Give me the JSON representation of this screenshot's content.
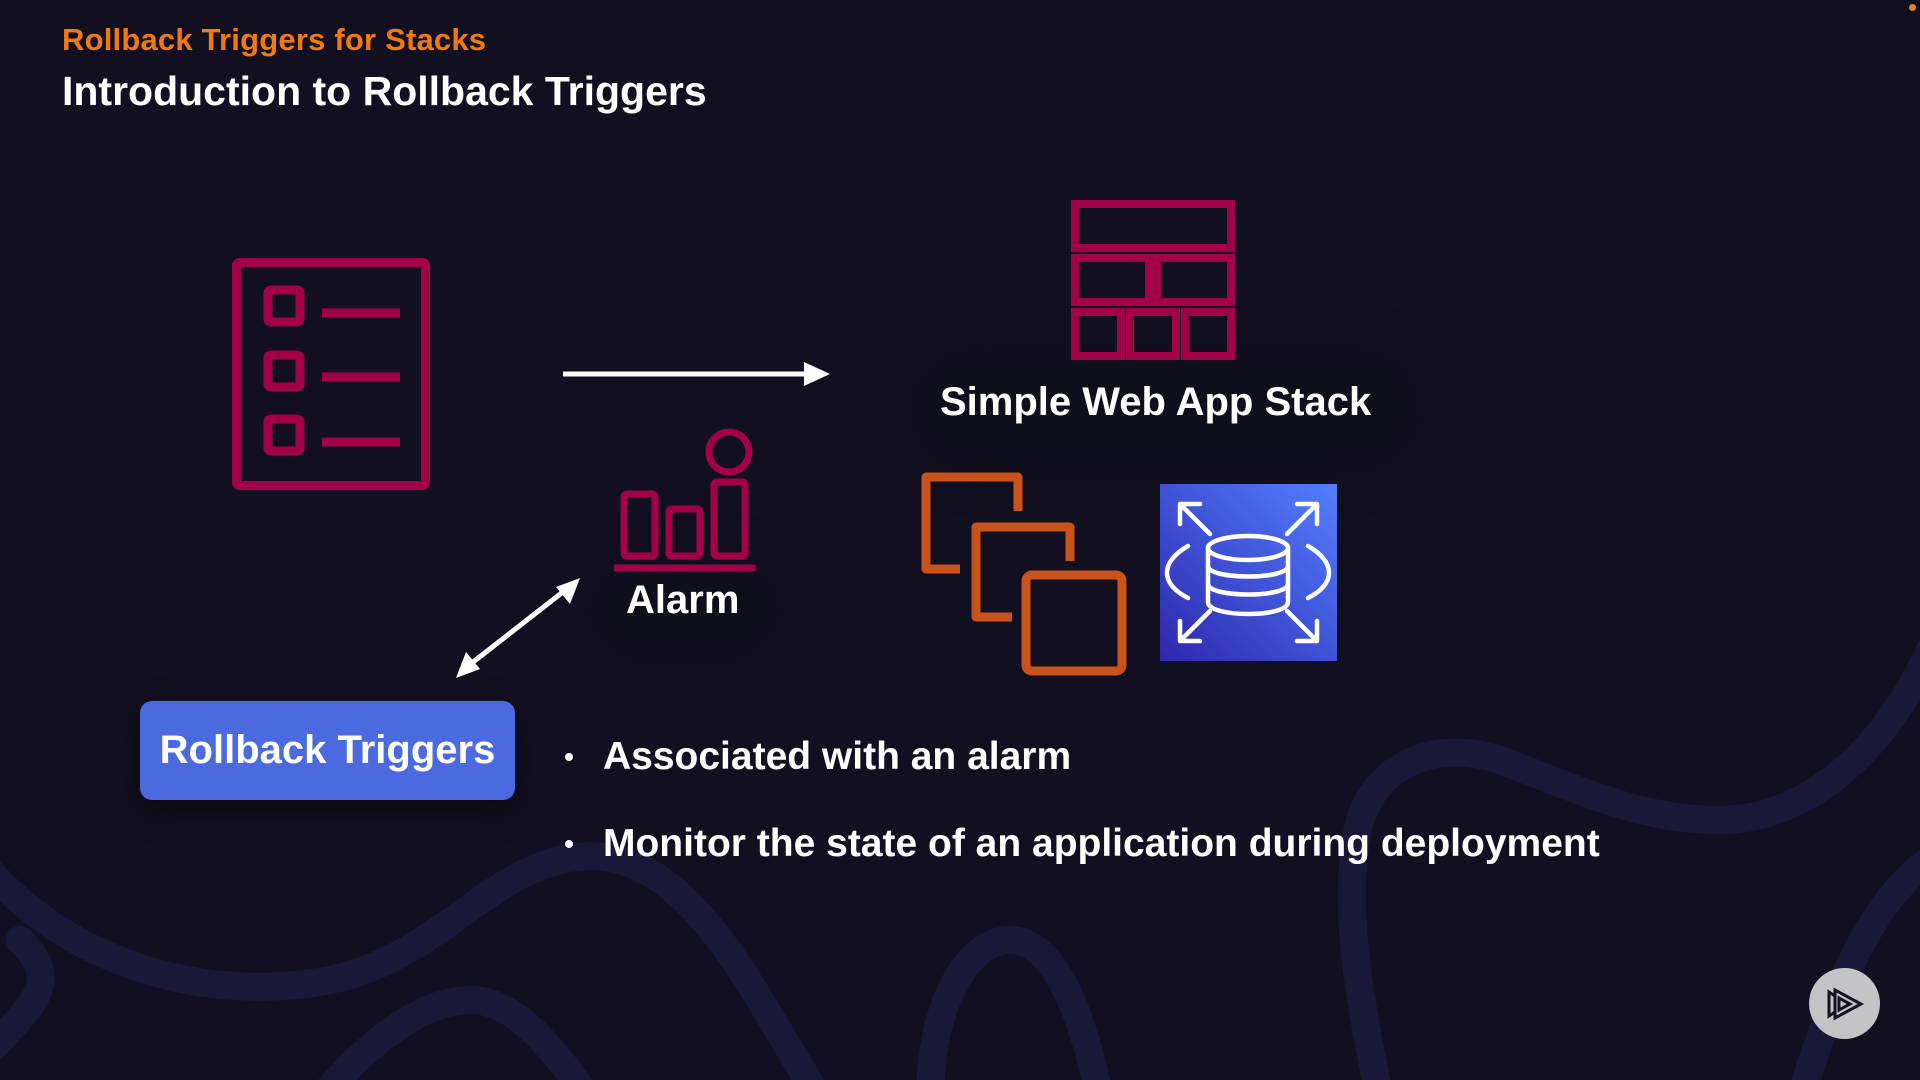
{
  "slide": {
    "eyebrow": "Rollback Triggers for Stacks",
    "title": "Introduction to Rollback Triggers"
  },
  "diagram": {
    "checklist_icon": "checklist-icon",
    "stack_icon": "stack-grid-icon",
    "stack_label": "Simple Web App Stack",
    "alarm_icon": "cloudwatch-alarm-icon",
    "alarm_label": "Alarm",
    "ec2_icon": "ec2-instances-icon",
    "rds_icon": "rds-database-icon",
    "rollback_button_label": "Rollback Triggers"
  },
  "bullets": [
    "Associated with an alarm",
    "Monitor the state of an application during deployment"
  ],
  "player": {
    "play_icon": "pluralsight-play-icon"
  },
  "colors": {
    "background": "#121020",
    "accent_orange": "#f07a10",
    "icon_magenta": "#a3004a",
    "ec2_orange": "#c9531a",
    "rds_gradient_start": "#2e27ad",
    "rds_gradient_end": "#527fff",
    "button_blue": "#4c6ae0"
  }
}
